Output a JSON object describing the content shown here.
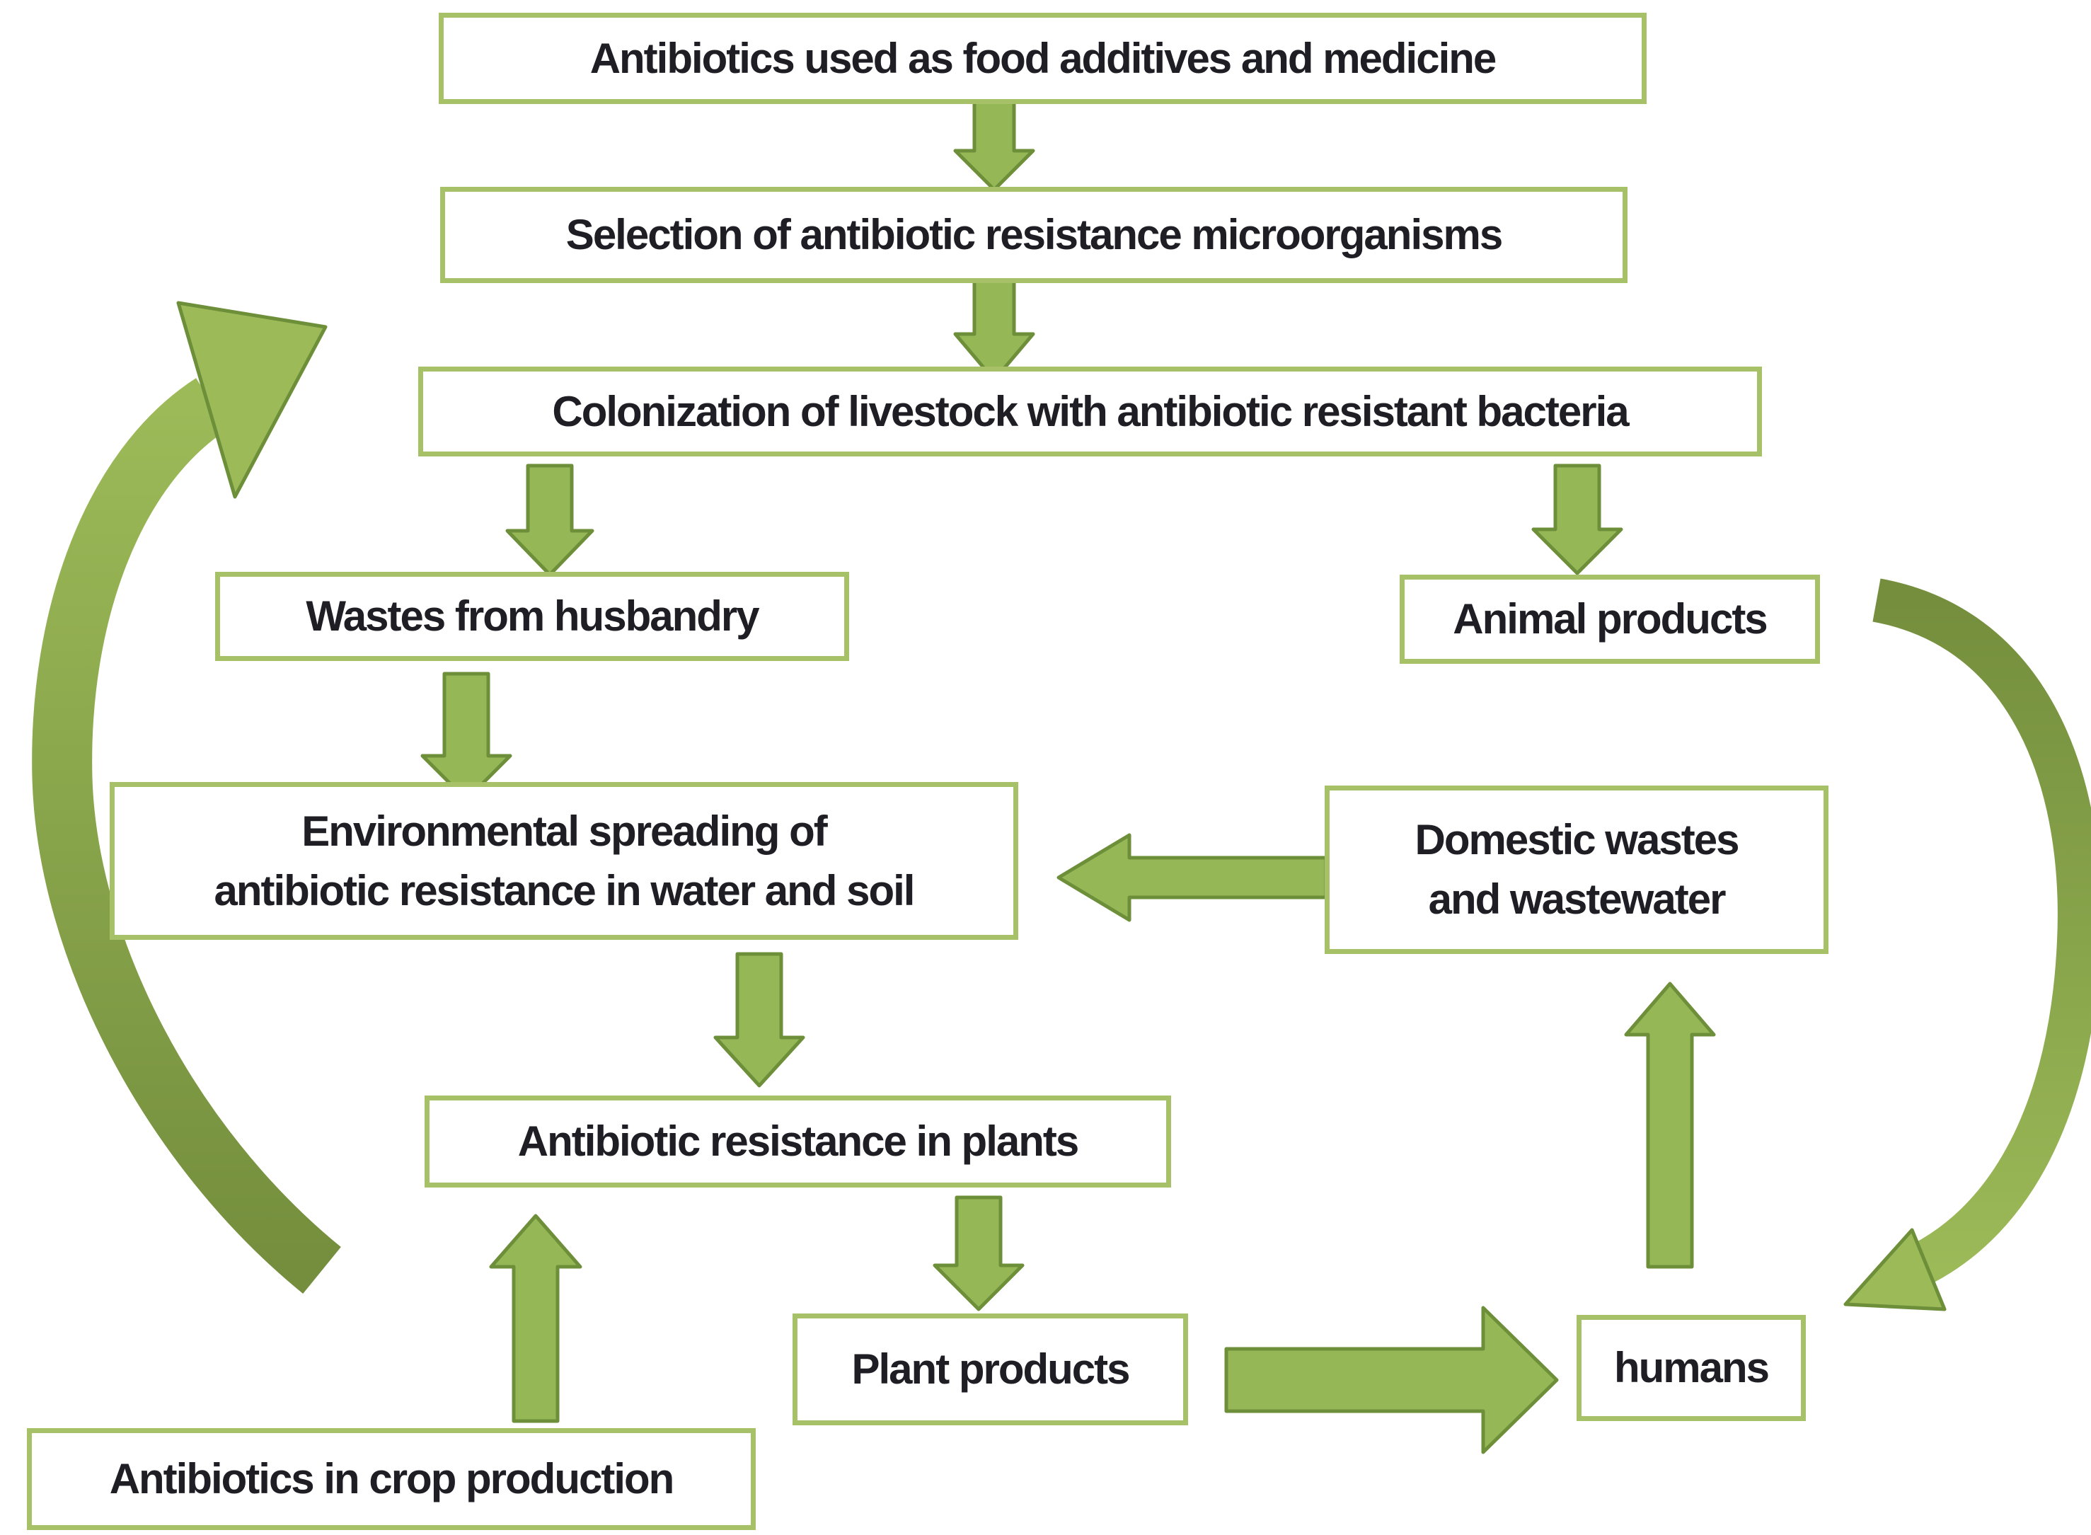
{
  "diagram": {
    "colors": {
      "box_border": "#a7c168",
      "box_fill": "#ffffff",
      "text": "#1e1e24",
      "arrow_fill": "#95b755",
      "arrow_outline": "#6e8f3a",
      "curve_dark": "#748e3d",
      "curve_light": "#9cba58"
    },
    "nodes": {
      "antibiotics_use": {
        "label": "Antibiotics used as food additives and medicine"
      },
      "selection": {
        "label": "Selection of antibiotic resistance microorganisms"
      },
      "colonization": {
        "label": "Colonization of livestock with antibiotic resistant bacteria"
      },
      "wastes_husbandry": {
        "label": "Wastes from husbandry"
      },
      "environmental": {
        "label_lines": [
          "Environmental spreading of",
          "antibiotic resistance in water and soil"
        ]
      },
      "animal_products": {
        "label": "Animal products"
      },
      "domestic_wastes": {
        "label_lines": [
          "Domestic wastes",
          "and wastewater"
        ]
      },
      "resistance_plants": {
        "label": "Antibiotic resistance in plants"
      },
      "plant_products": {
        "label": "Plant products"
      },
      "humans": {
        "label": "humans"
      },
      "crop_production": {
        "label": "Antibiotics in crop production"
      }
    },
    "edges": [
      {
        "from": "antibiotics_use",
        "to": "selection"
      },
      {
        "from": "selection",
        "to": "colonization"
      },
      {
        "from": "colonization",
        "to": "wastes_husbandry"
      },
      {
        "from": "colonization",
        "to": "animal_products"
      },
      {
        "from": "wastes_husbandry",
        "to": "environmental"
      },
      {
        "from": "domestic_wastes",
        "to": "environmental"
      },
      {
        "from": "environmental",
        "to": "resistance_plants"
      },
      {
        "from": "crop_production",
        "to": "resistance_plants"
      },
      {
        "from": "resistance_plants",
        "to": "plant_products"
      },
      {
        "from": "plant_products",
        "to": "humans"
      },
      {
        "from": "animal_products",
        "to": "humans"
      },
      {
        "from": "humans",
        "to": "domestic_wastes"
      },
      {
        "from": "resistance_plants",
        "to": "colonization"
      }
    ]
  }
}
